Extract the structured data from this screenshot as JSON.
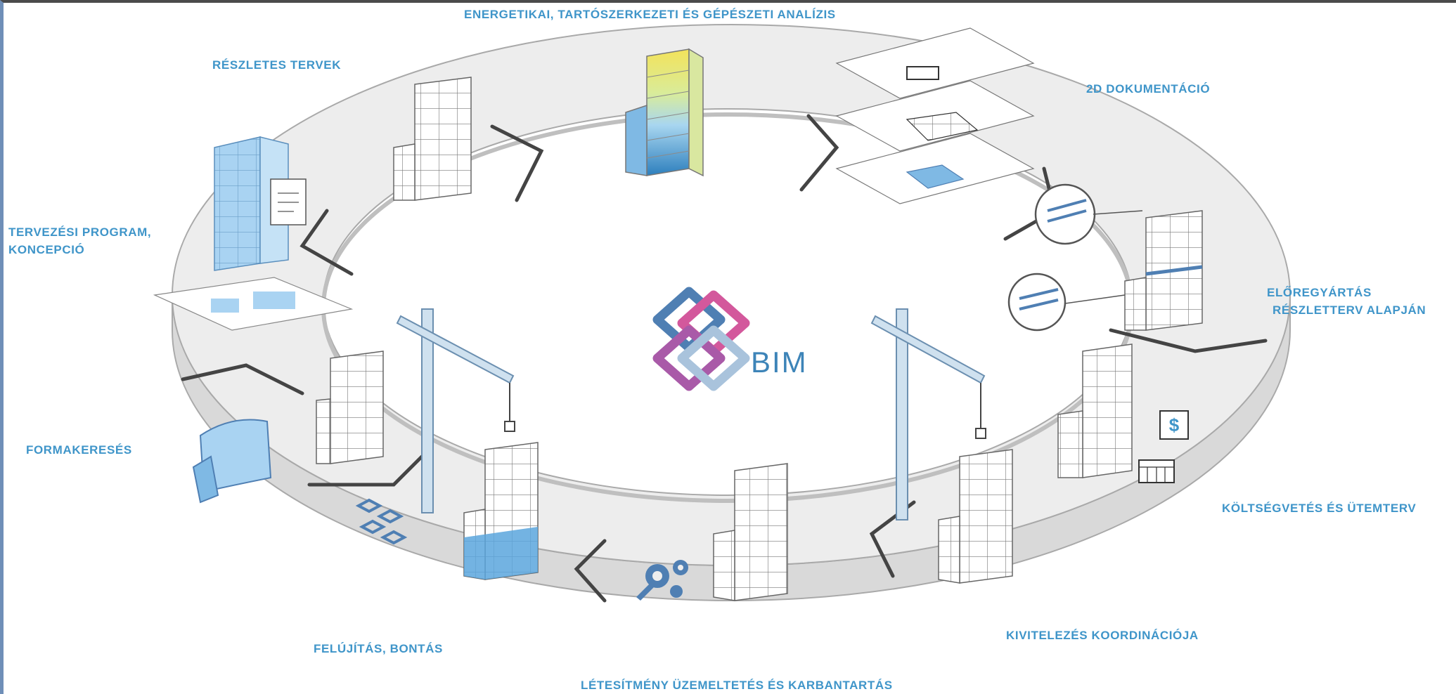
{
  "center": {
    "label": "BIM"
  },
  "stages": {
    "analysis": "ENERGETIKAI, TARTÓSZERKEZETI ÉS GÉPÉSZETI ANALÍZIS",
    "detailed_plans": "RÉSZLETES TERVEK",
    "documentation_2d": "2D DOKUMENTÁCIÓ",
    "design_program": [
      "TERVEZÉSI PROGRAM,",
      "KONCEPCIÓ"
    ],
    "prefabrication": [
      "ELŐREGYÁRTÁS",
      "RÉSZLETTERV ALAPJÁN"
    ],
    "form_finding": "FORMAKERESÉS",
    "cost_schedule": "KÖLTSÉGVETÉS ÉS ÜTEMTERV",
    "construction_coordination": "KIVITELEZÉS KOORDINÁCIÓJA",
    "renovation_demolition": "FELÚJÍTÁS, BONTÁS",
    "facility_operation": "LÉTESÍTMÉNY ÜZEMELTETÉS ÉS KARBANTARTÁS"
  },
  "colors": {
    "label_blue": "#3f95c9",
    "ring_fill": "#ededed",
    "ring_side": "#d9d9d9",
    "ring_stroke": "#a9a9a9",
    "bim_blue": "#4f7fb3",
    "bim_pink": "#d3589c",
    "bim_purple": "#a95aa8",
    "bim_light": "#a9c3dc",
    "model_blue": "#a9d3f2",
    "analysis_yellow": "#f1e05a"
  },
  "icons": [
    "bim-logo-icon",
    "crane-icon",
    "building-block-icon",
    "document-icon",
    "gear-icon",
    "dollar-icon",
    "calendar-icon",
    "magnifier-icon"
  ]
}
